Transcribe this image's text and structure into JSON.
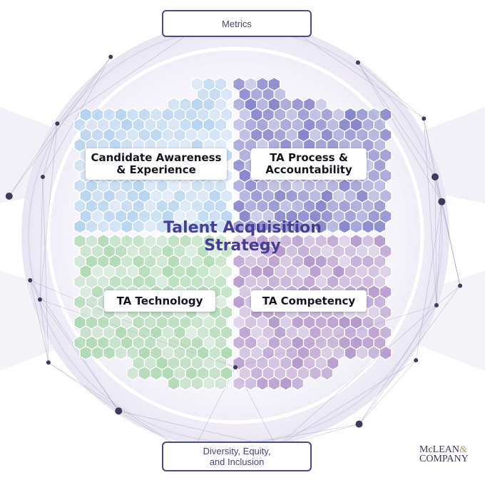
{
  "diagram": {
    "title_line1": "Talent Acquisition",
    "title_line2": "Strategy",
    "top_label": "Metrics",
    "bottom_label_line1": "Diversity, Equity,",
    "bottom_label_line2": "and Inclusion",
    "quadrants": [
      {
        "line1": "Candidate Awareness",
        "line2": "& Experience"
      },
      {
        "line1": "TA Process &",
        "line2": "Accountability"
      },
      {
        "line1": "TA Technology",
        "line2": ""
      },
      {
        "line1": "TA Competency",
        "line2": ""
      }
    ]
  },
  "logo": {
    "part1": "McLEAN",
    "amp": "&",
    "part2": "COMPANY"
  },
  "colors": {
    "candidate": "#a9cdee",
    "process": "#6f6fc2",
    "technology": "#9fd4a3",
    "competency": "#a886c3",
    "title": "#453e92",
    "node": "#3b3b5c"
  }
}
